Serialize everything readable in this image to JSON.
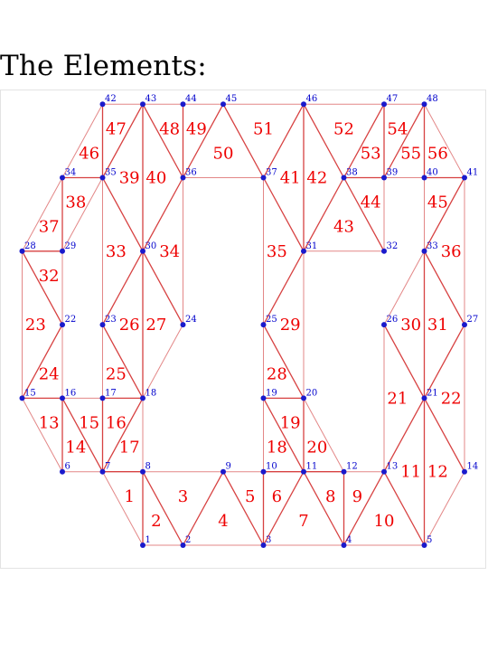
{
  "title": "The Elements:",
  "colors": {
    "edge": "#e07a7a",
    "edge_dark": "#d02020",
    "element_label": "#ee0000",
    "node": "#1a1acc",
    "node_label": "#0000cc"
  },
  "nodes": [
    {
      "id": "1",
      "x": 0,
      "y": 0
    },
    {
      "id": "2",
      "x": 1,
      "y": 0
    },
    {
      "id": "3",
      "x": 3,
      "y": 0
    },
    {
      "id": "4",
      "x": 5,
      "y": 0
    },
    {
      "id": "5",
      "x": 7,
      "y": 0
    },
    {
      "id": "6",
      "x": -2,
      "y": 1
    },
    {
      "id": "7",
      "x": -1,
      "y": 1
    },
    {
      "id": "8",
      "x": 0,
      "y": 1
    },
    {
      "id": "9",
      "x": 2,
      "y": 1
    },
    {
      "id": "10",
      "x": 3,
      "y": 1
    },
    {
      "id": "11",
      "x": 4,
      "y": 1
    },
    {
      "id": "12",
      "x": 5,
      "y": 1
    },
    {
      "id": "13",
      "x": 6,
      "y": 1
    },
    {
      "id": "14",
      "x": 8,
      "y": 1
    },
    {
      "id": "15",
      "x": -3,
      "y": 2
    },
    {
      "id": "16",
      "x": -2,
      "y": 2
    },
    {
      "id": "17",
      "x": -1,
      "y": 2
    },
    {
      "id": "18",
      "x": 0,
      "y": 2
    },
    {
      "id": "19",
      "x": 3,
      "y": 2
    },
    {
      "id": "20",
      "x": 4,
      "y": 2
    },
    {
      "id": "21",
      "x": 7,
      "y": 2
    },
    {
      "id": "22",
      "x": -2,
      "y": 3
    },
    {
      "id": "23",
      "x": -1,
      "y": 3
    },
    {
      "id": "24",
      "x": 1,
      "y": 3
    },
    {
      "id": "25",
      "x": 3,
      "y": 3
    },
    {
      "id": "26",
      "x": 6,
      "y": 3
    },
    {
      "id": "27",
      "x": 8,
      "y": 3
    },
    {
      "id": "28",
      "x": -3,
      "y": 4
    },
    {
      "id": "29",
      "x": -2,
      "y": 4
    },
    {
      "id": "30",
      "x": 0,
      "y": 4
    },
    {
      "id": "31",
      "x": 4,
      "y": 4
    },
    {
      "id": "32",
      "x": 6,
      "y": 4
    },
    {
      "id": "33",
      "x": 7,
      "y": 4
    },
    {
      "id": "34",
      "x": -2,
      "y": 5
    },
    {
      "id": "35",
      "x": -1,
      "y": 5
    },
    {
      "id": "36",
      "x": 1,
      "y": 5
    },
    {
      "id": "37",
      "x": 3,
      "y": 5
    },
    {
      "id": "38",
      "x": 5,
      "y": 5
    },
    {
      "id": "39",
      "x": 6,
      "y": 5
    },
    {
      "id": "40",
      "x": 7,
      "y": 5
    },
    {
      "id": "41",
      "x": 8,
      "y": 5
    },
    {
      "id": "42",
      "x": -1,
      "y": 6
    },
    {
      "id": "43",
      "x": 0,
      "y": 6
    },
    {
      "id": "44",
      "x": 1,
      "y": 6
    },
    {
      "id": "45",
      "x": 2,
      "y": 6
    },
    {
      "id": "46",
      "x": 4,
      "y": 6
    },
    {
      "id": "47",
      "x": 6,
      "y": 6
    },
    {
      "id": "48",
      "x": 7,
      "y": 6
    }
  ],
  "elements": [
    {
      "id": "1",
      "nodes": [
        "1",
        "8",
        "7"
      ]
    },
    {
      "id": "2",
      "nodes": [
        "1",
        "2",
        "8"
      ]
    },
    {
      "id": "3",
      "nodes": [
        "2",
        "9",
        "8"
      ]
    },
    {
      "id": "4",
      "nodes": [
        "2",
        "3",
        "9"
      ]
    },
    {
      "id": "5",
      "nodes": [
        "3",
        "10",
        "9"
      ]
    },
    {
      "id": "6",
      "nodes": [
        "3",
        "11",
        "10"
      ]
    },
    {
      "id": "7",
      "nodes": [
        "3",
        "4",
        "11"
      ]
    },
    {
      "id": "8",
      "nodes": [
        "4",
        "12",
        "11"
      ]
    },
    {
      "id": "9",
      "nodes": [
        "4",
        "13",
        "12"
      ]
    },
    {
      "id": "10",
      "nodes": [
        "4",
        "5",
        "13"
      ]
    },
    {
      "id": "11",
      "nodes": [
        "5",
        "21",
        "13"
      ]
    },
    {
      "id": "12",
      "nodes": [
        "5",
        "14",
        "21"
      ]
    },
    {
      "id": "13",
      "nodes": [
        "6",
        "16",
        "15"
      ]
    },
    {
      "id": "14",
      "nodes": [
        "6",
        "7",
        "16"
      ]
    },
    {
      "id": "15",
      "nodes": [
        "7",
        "17",
        "16"
      ]
    },
    {
      "id": "16",
      "nodes": [
        "7",
        "18",
        "17"
      ]
    },
    {
      "id": "17",
      "nodes": [
        "7",
        "8",
        "18"
      ]
    },
    {
      "id": "18",
      "nodes": [
        "10",
        "11",
        "19"
      ]
    },
    {
      "id": "19",
      "nodes": [
        "11",
        "20",
        "19"
      ]
    },
    {
      "id": "20",
      "nodes": [
        "11",
        "12",
        "20"
      ]
    },
    {
      "id": "21",
      "nodes": [
        "13",
        "21",
        "26"
      ]
    },
    {
      "id": "22",
      "nodes": [
        "14",
        "27",
        "21"
      ]
    },
    {
      "id": "23",
      "nodes": [
        "15",
        "22",
        "28"
      ]
    },
    {
      "id": "24",
      "nodes": [
        "15",
        "16",
        "22"
      ]
    },
    {
      "id": "25",
      "nodes": [
        "17",
        "18",
        "23"
      ]
    },
    {
      "id": "26",
      "nodes": [
        "18",
        "30",
        "23"
      ]
    },
    {
      "id": "27",
      "nodes": [
        "18",
        "24",
        "30"
      ]
    },
    {
      "id": "28",
      "nodes": [
        "19",
        "20",
        "25"
      ]
    },
    {
      "id": "29",
      "nodes": [
        "20",
        "31",
        "25"
      ]
    },
    {
      "id": "30",
      "nodes": [
        "21",
        "33",
        "26"
      ]
    },
    {
      "id": "31",
      "nodes": [
        "21",
        "27",
        "33"
      ]
    },
    {
      "id": "32",
      "nodes": [
        "22",
        "29",
        "28"
      ]
    },
    {
      "id": "33",
      "nodes": [
        "23",
        "30",
        "35"
      ]
    },
    {
      "id": "34",
      "nodes": [
        "24",
        "36",
        "30"
      ]
    },
    {
      "id": "35",
      "nodes": [
        "25",
        "31",
        "37"
      ]
    },
    {
      "id": "36",
      "nodes": [
        "27",
        "41",
        "33"
      ]
    },
    {
      "id": "37",
      "nodes": [
        "28",
        "29",
        "34"
      ]
    },
    {
      "id": "38",
      "nodes": [
        "29",
        "35",
        "34"
      ]
    },
    {
      "id": "39",
      "nodes": [
        "30",
        "43",
        "35"
      ]
    },
    {
      "id": "40",
      "nodes": [
        "30",
        "36",
        "43"
      ]
    },
    {
      "id": "41",
      "nodes": [
        "31",
        "46",
        "37"
      ]
    },
    {
      "id": "42",
      "nodes": [
        "31",
        "38",
        "46"
      ]
    },
    {
      "id": "43",
      "nodes": [
        "31",
        "32",
        "38"
      ]
    },
    {
      "id": "44",
      "nodes": [
        "32",
        "39",
        "38"
      ]
    },
    {
      "id": "45",
      "nodes": [
        "33",
        "41",
        "40"
      ]
    },
    {
      "id": "46",
      "nodes": [
        "34",
        "35",
        "42"
      ]
    },
    {
      "id": "47",
      "nodes": [
        "35",
        "43",
        "42"
      ]
    },
    {
      "id": "48",
      "nodes": [
        "36",
        "44",
        "43"
      ]
    },
    {
      "id": "49",
      "nodes": [
        "36",
        "45",
        "44"
      ]
    },
    {
      "id": "50",
      "nodes": [
        "36",
        "37",
        "45"
      ]
    },
    {
      "id": "51",
      "nodes": [
        "37",
        "46",
        "45"
      ]
    },
    {
      "id": "52",
      "nodes": [
        "38",
        "47",
        "46"
      ]
    },
    {
      "id": "53",
      "nodes": [
        "38",
        "39",
        "47"
      ]
    },
    {
      "id": "54",
      "nodes": [
        "39",
        "48",
        "47"
      ]
    },
    {
      "id": "55",
      "nodes": [
        "39",
        "40",
        "48"
      ]
    },
    {
      "id": "56",
      "nodes": [
        "40",
        "41",
        "48"
      ]
    }
  ]
}
